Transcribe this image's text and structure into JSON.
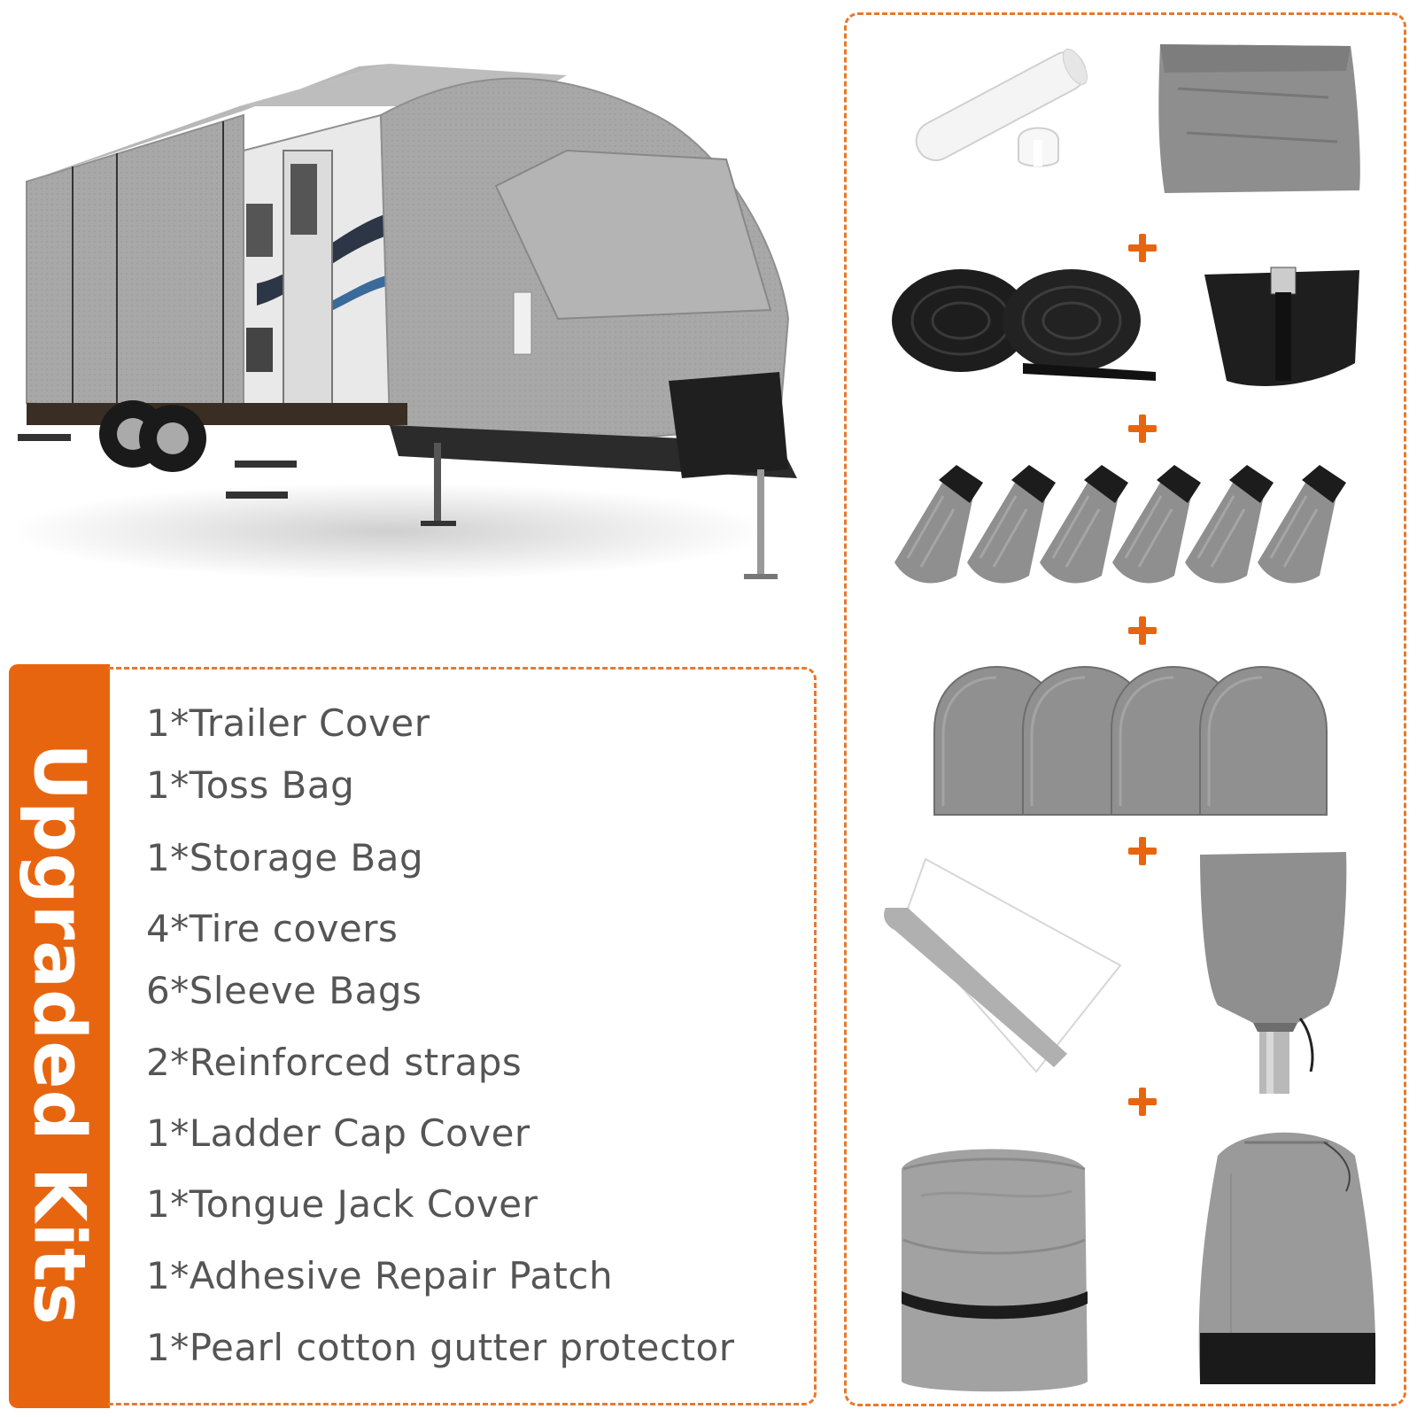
{
  "kits": {
    "title": "Upgraded Kits",
    "items": [
      "1*Trailer Cover",
      "1*Toss Bag",
      "1*Storage Bag",
      "4*Tire covers",
      "6*Sleeve Bags",
      "2*Reinforced straps",
      "1*Ladder Cap Cover",
      "1*Tongue Jack Cover",
      "1*Adhesive Repair Patch",
      "1*Pearl cotton gutter protector"
    ]
  },
  "accessories": {
    "separator": "+",
    "sleeve_bag_count": 6,
    "tire_cover_count": 4,
    "strap_count": 2
  },
  "colors": {
    "accent": "#e8650f",
    "cover_gray": "#a9a9a9",
    "text_gray": "#555555"
  }
}
